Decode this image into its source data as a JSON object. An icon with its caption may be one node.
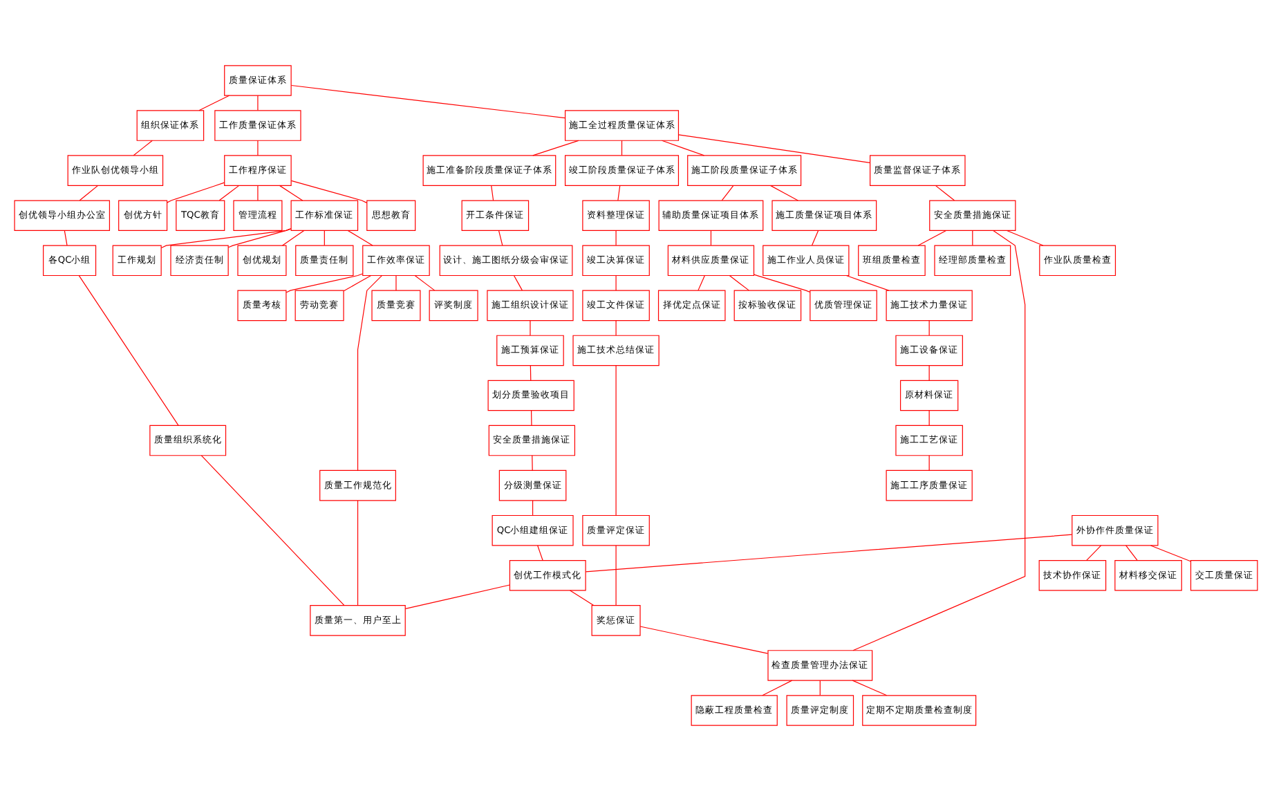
{
  "diagram": {
    "nodes": [
      {
        "text": [
          "质量保证体系"
        ]
      },
      {
        "text": [
          "施工全过程质量保证体系"
        ]
      },
      {
        "text": [
          "组织保证体系"
        ]
      },
      {
        "text": [
          "工作质量保证体系"
        ]
      },
      {
        "text": [
          "施工准备阶段质量保证子体系"
        ]
      },
      {
        "text": [
          "施工阶段质量保证子体系"
        ]
      },
      {
        "text": [
          "竣工阶段质量保证子体系"
        ]
      },
      {
        "text": [
          "质量监督保证子体系"
        ]
      },
      {
        "text": [
          "作业队创优领导小组"
        ]
      },
      {
        "text": [
          "创优领导小组办公室"
        ]
      },
      {
        "text": [
          "各QC小组"
        ]
      },
      {
        "text": [
          "质量组织系统化"
        ]
      },
      {
        "text": [
          "开工条件保证"
        ]
      },
      {
        "text": [
          "设计、施工图纸分级会审保证"
        ]
      },
      {
        "text": [
          "施工组织设计保证"
        ]
      },
      {
        "text": [
          "施工预算保证"
        ]
      },
      {
        "text": [
          "划分质量验收项目"
        ]
      },
      {
        "text": [
          "安全质量措施保证"
        ]
      },
      {
        "text": [
          "分级测量保证"
        ]
      },
      {
        "text": [
          "QC小组建组保证"
        ]
      },
      {
        "text": [
          "施工质量保证项目体系"
        ]
      },
      {
        "text": [
          "辅助质量保证项目体系"
        ]
      },
      {
        "text": [
          "施工作业人员保证"
        ]
      },
      {
        "text": [
          "施工技术力量保证"
        ]
      },
      {
        "text": [
          "施工设备保证"
        ]
      },
      {
        "text": [
          "原材料保证"
        ]
      },
      {
        "text": [
          "施工工艺保证"
        ]
      },
      {
        "text": [
          "施工工序质量保证"
        ]
      },
      {
        "text": [
          "材料供应质量保证"
        ]
      },
      {
        "text": [
          "择优定点保证"
        ]
      },
      {
        "text": [
          "按标验收保证"
        ]
      },
      {
        "text": [
          "优质管理保证"
        ]
      },
      {
        "text": [
          "外协作件质量保证"
        ]
      },
      {
        "text": [
          "技术协作保证"
        ]
      },
      {
        "text": [
          "材料移交保证"
        ]
      },
      {
        "text": [
          "交工质量保证"
        ]
      },
      {
        "text": [
          "创优工作模式化"
        ]
      },
      {
        "text": [
          "质量第一、用户至上"
        ]
      },
      {
        "text": [
          "资料整理保证"
        ]
      },
      {
        "text": [
          "竣工决算保证"
        ]
      },
      {
        "text": [
          "竣工文件保证"
        ]
      },
      {
        "text": [
          "施工技术总结保证"
        ]
      },
      {
        "text": [
          "质量评定保证"
        ]
      },
      {
        "text": [
          "奖惩保证"
        ]
      },
      {
        "text": [
          "隐蔽工程质量检查"
        ]
      },
      {
        "text": [
          "质量评定制度"
        ]
      },
      {
        "text": [
          "安全质量措施保证"
        ]
      },
      {
        "text": [
          "经理部质量检查"
        ]
      },
      {
        "text": [
          "作业队质量检查"
        ]
      },
      {
        "text": [
          "班组质量检查"
        ]
      },
      {
        "text": [
          "检查质量管理办法保证"
        ]
      },
      {
        "text": [
          "定期不定期质量检查制度"
        ]
      },
      {
        "text": [
          "工作程序保证"
        ]
      },
      {
        "text": [
          "思想教育"
        ]
      },
      {
        "text": [
          "创优方针"
        ]
      },
      {
        "text": [
          "TQC教育"
        ]
      },
      {
        "text": [
          "管理流程"
        ]
      },
      {
        "text": [
          "工作标准保证"
        ]
      },
      {
        "text": [
          "工作规划"
        ]
      },
      {
        "text": [
          "经济责任制"
        ]
      },
      {
        "text": [
          "创优规划"
        ]
      },
      {
        "text": [
          "质量责任制"
        ]
      },
      {
        "text": [
          "工作效率保证"
        ]
      },
      {
        "text": [
          "质量竞赛"
        ]
      },
      {
        "text": [
          "评奖制度"
        ]
      },
      {
        "text": [
          "质量考核"
        ]
      },
      {
        "text": [
          "劳动竞赛"
        ]
      },
      {
        "text": [
          "质量工作规范化"
        ]
      }
    ],
    "edges": [
      {
        "from": 0,
        "to": 1,
        "arrow": "none"
      },
      {
        "from": 0,
        "to": 2,
        "arrow": "none"
      },
      {
        "from": 0,
        "to": 3,
        "arrow": "none"
      },
      {
        "from": 1,
        "to": 4,
        "arrow": "none"
      },
      {
        "from": 1,
        "to": 5,
        "arrow": "none"
      },
      {
        "from": 1,
        "to": 6,
        "arrow": "none"
      },
      {
        "from": 1,
        "to": 7,
        "arrow": "none"
      },
      {
        "from": 2,
        "to": 8,
        "arrow": "none"
      },
      {
        "from": 8,
        "to": 9,
        "arrow": "none"
      },
      {
        "from": 9,
        "to": 10,
        "arrow": "none"
      },
      {
        "from": 10,
        "to": 11,
        "arrow": "none"
      },
      {
        "from": 4,
        "to": 12,
        "arrow": "none"
      },
      {
        "from": 12,
        "to": 13,
        "arrow": "none"
      },
      {
        "from": 13,
        "to": 14,
        "arrow": "none"
      },
      {
        "from": 14,
        "to": 15,
        "arrow": "none"
      },
      {
        "from": 15,
        "to": 16,
        "arrow": "none"
      },
      {
        "from": 16,
        "to": 17,
        "arrow": "none"
      },
      {
        "from": 17,
        "to": 18,
        "arrow": "none"
      },
      {
        "from": 18,
        "to": 19,
        "arrow": "none"
      },
      {
        "from": 5,
        "to": 20,
        "arrow": "none"
      },
      {
        "from": 5,
        "to": 21,
        "arrow": "none"
      },
      {
        "from": 20,
        "to": 22,
        "arrow": "none"
      },
      {
        "from": 22,
        "to": 23,
        "arrow": "none"
      },
      {
        "from": 23,
        "to": 24,
        "arrow": "none"
      },
      {
        "from": 24,
        "to": 25,
        "arrow": "none"
      },
      {
        "from": 25,
        "to": 26,
        "arrow": "none"
      },
      {
        "from": 26,
        "to": 27,
        "arrow": "none"
      },
      {
        "from": 21,
        "to": 28,
        "arrow": "none"
      },
      {
        "from": 28,
        "to": 29,
        "arrow": "none"
      },
      {
        "from": 28,
        "to": 30,
        "arrow": "none"
      },
      {
        "from": 28,
        "to": 31,
        "arrow": "none"
      },
      {
        "from": 32,
        "to": 33,
        "arrow": "none"
      },
      {
        "from": 32,
        "to": 34,
        "arrow": "none"
      },
      {
        "from": 32,
        "to": 35,
        "arrow": "none"
      },
      {
        "from": 32,
        "to": 36,
        "arrow": "none"
      },
      {
        "from": 19,
        "to": 36,
        "arrow": "none"
      },
      {
        "from": 36,
        "to": 43,
        "arrow": "none"
      },
      {
        "from": 36,
        "to": 37,
        "arrow": "none"
      },
      {
        "from": 11,
        "to": 37,
        "arrow": "none"
      },
      {
        "from": 67,
        "to": 37,
        "arrow": "none"
      },
      {
        "from": 6,
        "to": 38,
        "arrow": "none"
      },
      {
        "from": 38,
        "to": 39,
        "arrow": "none"
      },
      {
        "from": 39,
        "to": 40,
        "arrow": "none"
      },
      {
        "from": 40,
        "to": 41,
        "arrow": "none"
      },
      {
        "from": 41,
        "to": 42,
        "arrow": "none"
      },
      {
        "from": 42,
        "to": 43,
        "arrow": "none"
      },
      {
        "from": 43,
        "to": 50,
        "arrow": "none"
      },
      {
        "from": 7,
        "to": 46,
        "arrow": "none"
      },
      {
        "from": 46,
        "to": 47,
        "arrow": "none"
      },
      {
        "from": 46,
        "to": 48,
        "arrow": "none"
      },
      {
        "from": 46,
        "to": 49,
        "arrow": "none"
      },
      {
        "from": 46,
        "to": 50,
        "arrow": "none"
      },
      {
        "from": 50,
        "to": 44,
        "arrow": "none"
      },
      {
        "from": 50,
        "to": 45,
        "arrow": "none"
      },
      {
        "from": 50,
        "to": 51,
        "arrow": "none"
      },
      {
        "from": 3,
        "to": 52,
        "arrow": "none"
      },
      {
        "from": 52,
        "to": 53,
        "arrow": "none"
      },
      {
        "from": 52,
        "to": 54,
        "arrow": "none"
      },
      {
        "from": 52,
        "to": 55,
        "arrow": "none"
      },
      {
        "from": 52,
        "to": 56,
        "arrow": "none"
      },
      {
        "from": 52,
        "to": 57,
        "arrow": "none"
      },
      {
        "from": 57,
        "to": 58,
        "arrow": "none"
      },
      {
        "from": 57,
        "to": 59,
        "arrow": "none"
      },
      {
        "from": 57,
        "to": 60,
        "arrow": "none"
      },
      {
        "from": 57,
        "to": 61,
        "arrow": "none"
      },
      {
        "from": 57,
        "to": 62,
        "arrow": "none"
      },
      {
        "from": 62,
        "to": 63,
        "arrow": "none"
      },
      {
        "from": 62,
        "to": 64,
        "arrow": "none"
      },
      {
        "from": 62,
        "to": 65,
        "arrow": "none"
      },
      {
        "from": 62,
        "to": 66,
        "arrow": "none"
      },
      {
        "from": 62,
        "to": 67,
        "arrow": "none"
      }
    ]
  }
}
